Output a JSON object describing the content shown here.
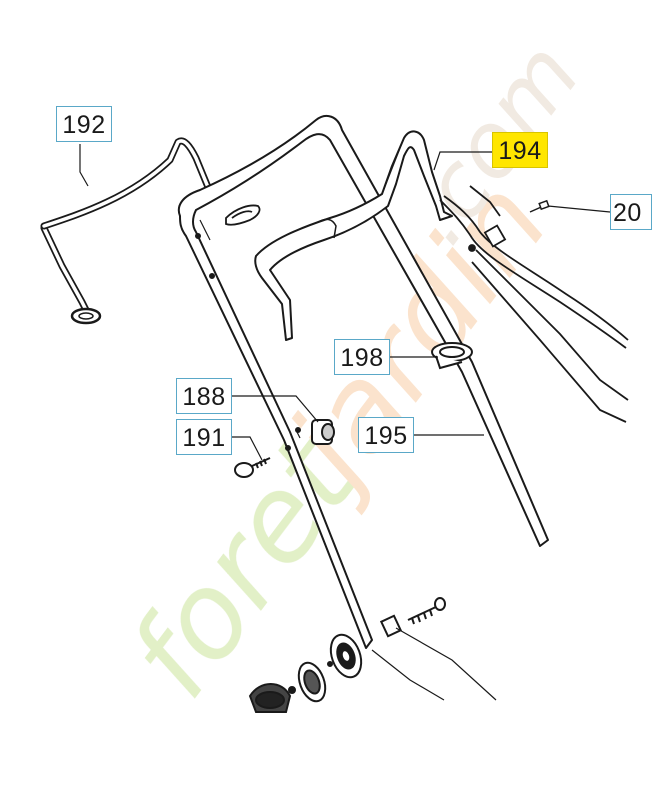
{
  "labels": {
    "l192": "192",
    "l194": "194",
    "l20x": "20",
    "l198": "198",
    "l188": "188",
    "l191": "191",
    "l195": "195"
  },
  "highlight_color": "#ffe600",
  "label_border_color": "#5aa8c8",
  "watermark": {
    "text_green": "foret",
    "text_orange": "jardin",
    "text_tail": ".com"
  }
}
